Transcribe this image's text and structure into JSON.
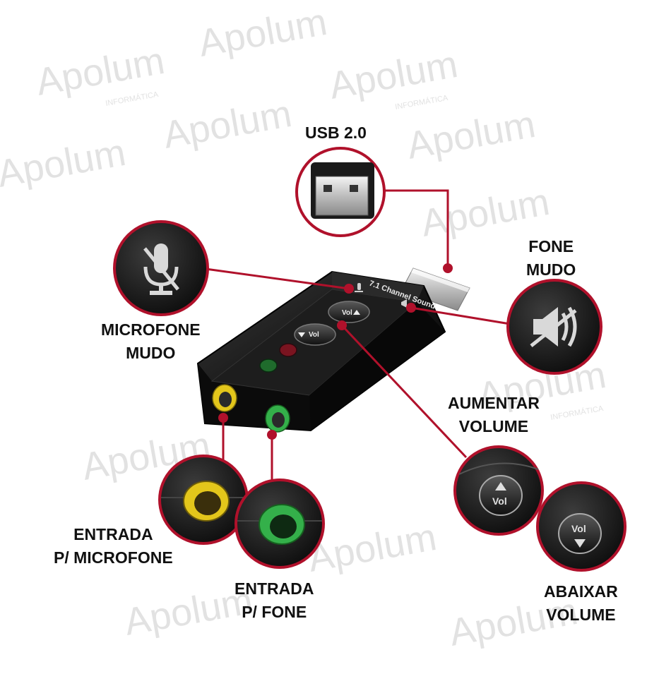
{
  "watermark": {
    "brand": "Apolum",
    "tagline": "INFORMÁTICA"
  },
  "device": {
    "top_label": "7.1 Channel Sound",
    "button_label": "Vol"
  },
  "labels": {
    "usb": "USB 2.0",
    "fone_mudo": [
      "FONE",
      "MUDO"
    ],
    "microfone_mudo": [
      "MICROFONE",
      "MUDO"
    ],
    "aumentar_volume": [
      "AUMENTAR",
      "VOLUME"
    ],
    "abaixar_volume": [
      "ABAIXAR",
      "VOLUME"
    ],
    "entrada_microfone": [
      "ENTRADA",
      "P/ MICROFONE"
    ],
    "entrada_fone": [
      "ENTRADA",
      "P/ FONE"
    ]
  },
  "colors": {
    "leader": "#b0112b",
    "device": "#141414",
    "jack_mic": "#e3c61b",
    "jack_fone": "#34b04a",
    "led_red": "#7a1420",
    "led_green": "#1f6b2c",
    "watermark": "#dcdcdc"
  },
  "icons": [
    "usb-plug-icon",
    "microphone-mute-icon",
    "headphone-mute-icon",
    "volume-up-icon",
    "volume-down-icon"
  ]
}
